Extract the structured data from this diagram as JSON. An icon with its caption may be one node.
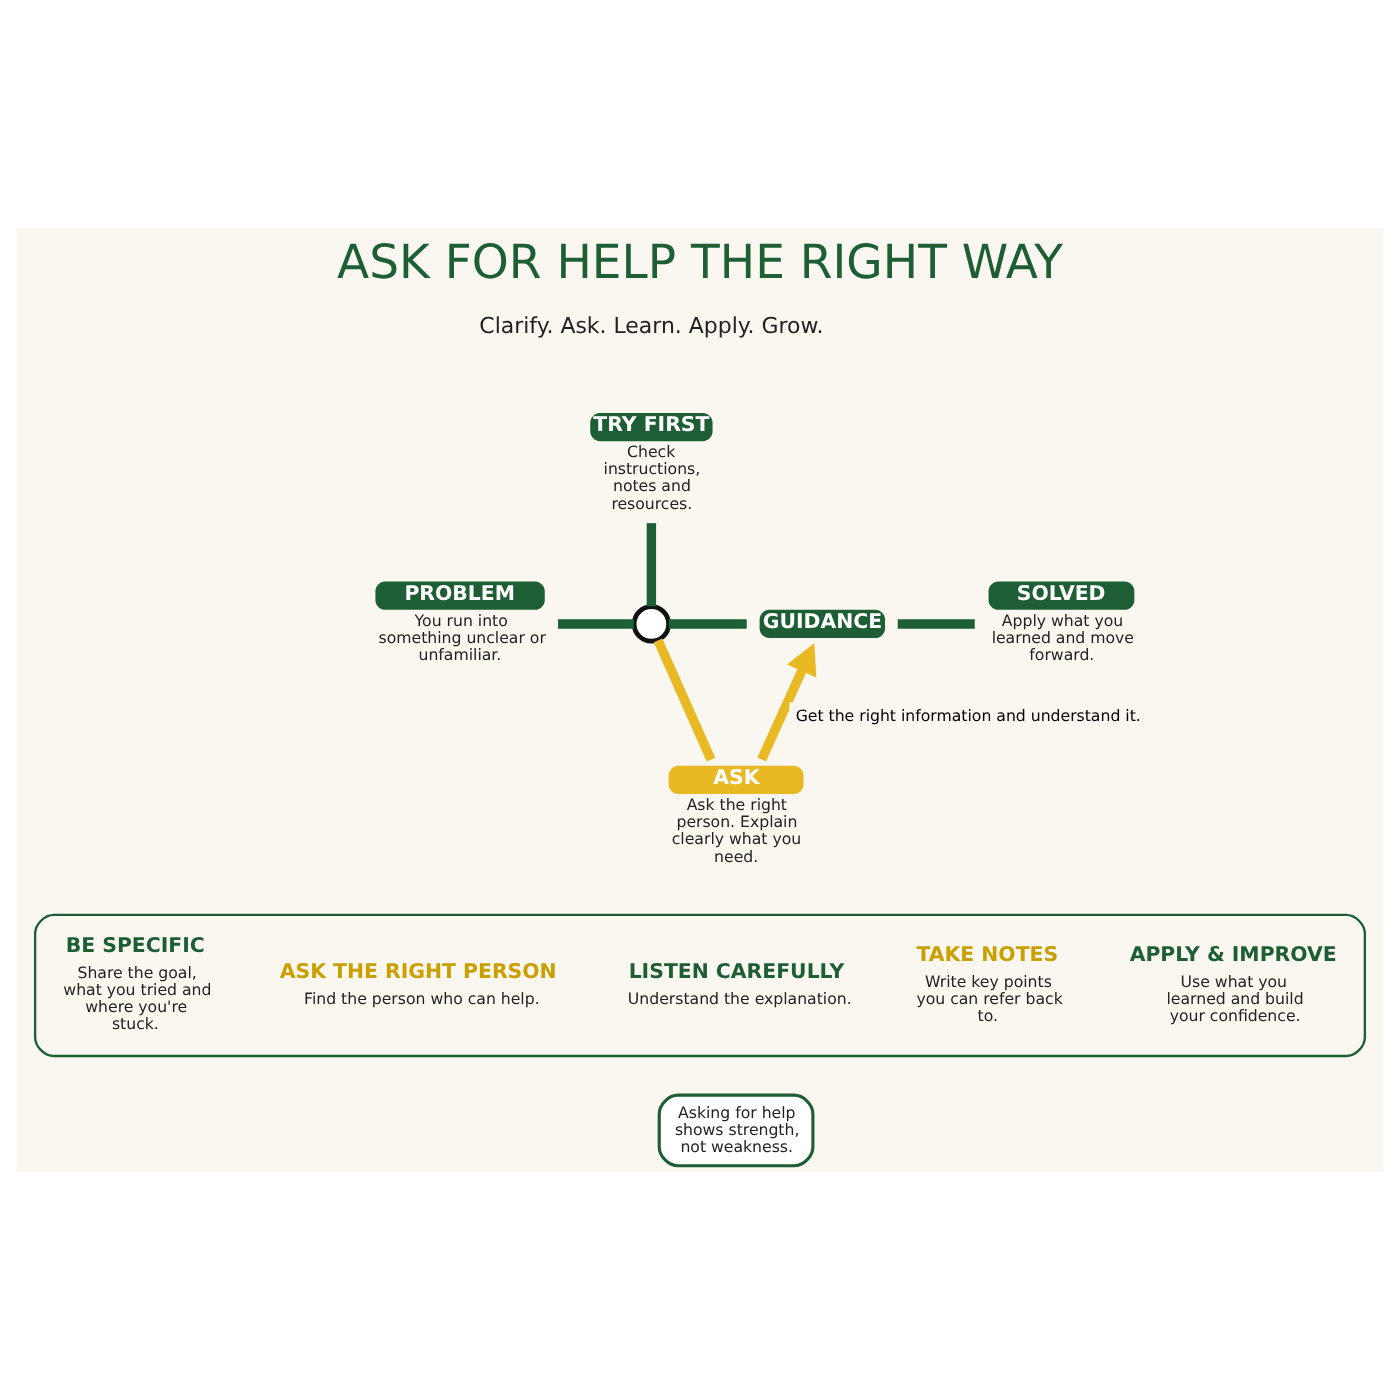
{
  "diagram": {
    "title": "ASK FOR HELP THE RIGHT WAY",
    "nodes": [
      {
        "text": [
          "PROBLEM"
        ],
        "beside": [
          "You run into something unclear or unfamiliar."
        ]
      },
      {
        "text": [
          "TRY FIRST",
          "Check instructions, notes and resources."
        ]
      },
      {
        "text": [],
        "shape": "circle"
      },
      {
        "text": [
          "ASK"
        ],
        "beside": [
          "Ask the right person. Explain clearly what you need."
        ]
      },
      {
        "text": [
          "GUIDANCE"
        ]
      },
      {
        "text": [
          "SOLVED"
        ],
        "beside": [
          "Apply what you learned and move forward."
        ]
      },
      {
        "text": [],
        "shape": "box"
      },
      {
        "text": [
          "BE SPECIFIC",
          "Share the goal, what you tried and where you're stuck."
        ],
        "in": 6
      },
      {
        "text": [
          "ASK THE RIGHT PERSON",
          "Find the person who can help."
        ],
        "in": 6
      },
      {
        "text": [
          "LISTEN CAREFULLY",
          "Understand the explanation."
        ],
        "in": 6
      },
      {
        "text": [
          "TAKE NOTES",
          "Write key points you can refer back to."
        ],
        "in": 6
      },
      {
        "text": [
          "APPLY & IMPROVE",
          "Use what you learned and build your confidence."
        ],
        "in": 6
      },
      {
        "text": [
          "Asking for help shows strength, not weakness."
        ]
      }
    ],
    "edges": [
      {
        "from": 0,
        "to": 2,
        "arrow": "none"
      },
      {
        "from": 1,
        "to": 2,
        "arrow": "none"
      },
      {
        "from": 2,
        "to": 4,
        "arrow": "none"
      },
      {
        "from": 2,
        "to": 3,
        "arrow": "none",
        "color": "#e8b923"
      },
      {
        "from": 3,
        "to": 4,
        "arrow": "to",
        "label": "Get the right information and understand it.",
        "color": "#e8b923"
      },
      {
        "from": 4,
        "to": 5,
        "arrow": "none"
      }
    ],
    "labels": [
      "Clarify. Ask. Learn. Apply. Grow."
    ]
  }
}
